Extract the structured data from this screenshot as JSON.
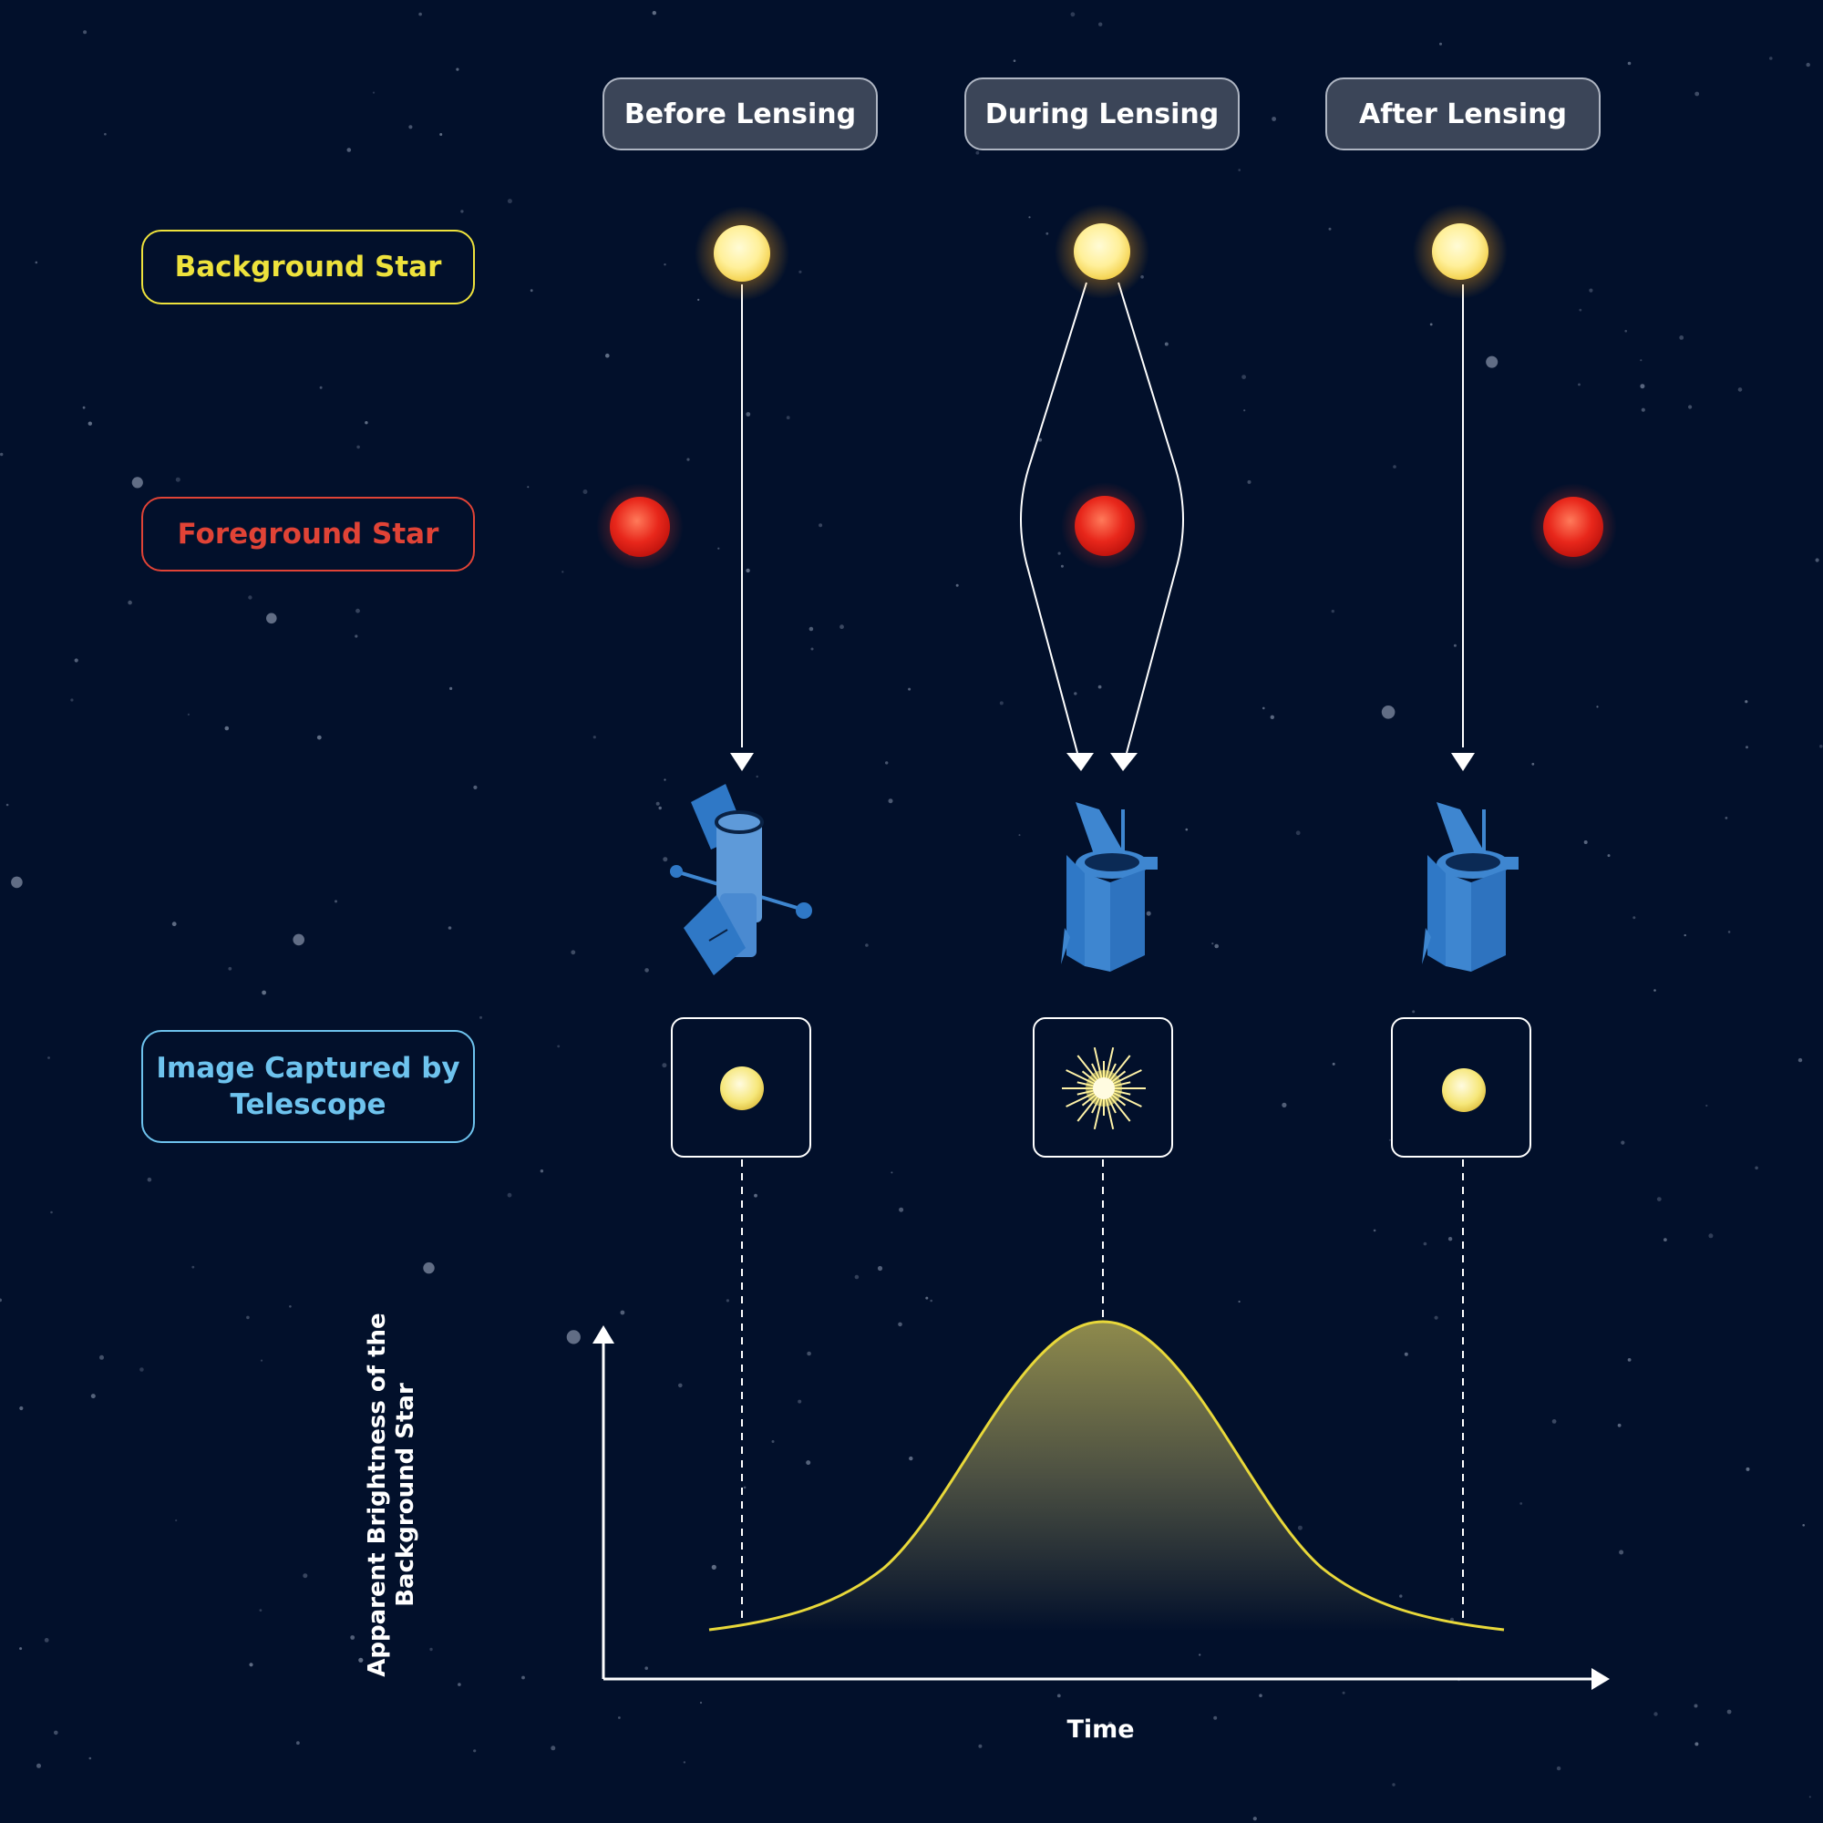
{
  "phases": [
    {
      "label": "Before Lensing"
    },
    {
      "label": "During Lensing"
    },
    {
      "label": "After Lensing"
    }
  ],
  "rows": {
    "background_star": "Background Star",
    "foreground_star": "Foreground Star",
    "image_captured": "Image Captured by Telescope"
  },
  "graph": {
    "xlabel": "Time",
    "ylabel": "Apparent Brightness of the Background Star"
  },
  "colors": {
    "background": "#02102b",
    "background_star": "#eee23c",
    "foreground_star": "#e04336",
    "image_label": "#6ec3ee",
    "telescope": "#3e86d0",
    "curve": "#e8d83a"
  },
  "icons": {
    "telescope_before": "hubble-telescope-icon",
    "telescope_during": "space-telescope-icon",
    "telescope_after": "space-telescope-icon"
  }
}
